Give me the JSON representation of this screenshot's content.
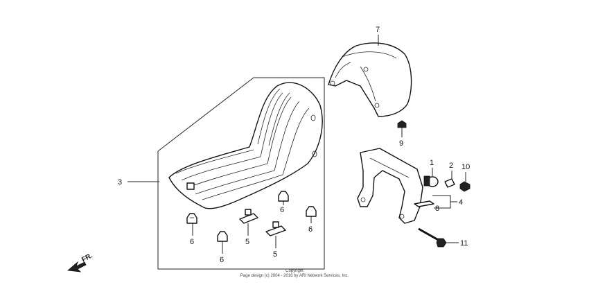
{
  "callouts": {
    "c1": "1",
    "c2": "2",
    "c3": "3",
    "c4": "4",
    "c5a": "5",
    "c5b": "5",
    "c6a": "6",
    "c6b": "6",
    "c6c": "6",
    "c6d": "6",
    "c7": "7",
    "c8": "8",
    "c9": "9",
    "c10": "10",
    "c11": "11"
  },
  "direction_label": "FR.",
  "copyright": {
    "line1": "Copyright",
    "line2": "Page design (c) 2004 - 2016 by ARI Network Services, Inc."
  }
}
